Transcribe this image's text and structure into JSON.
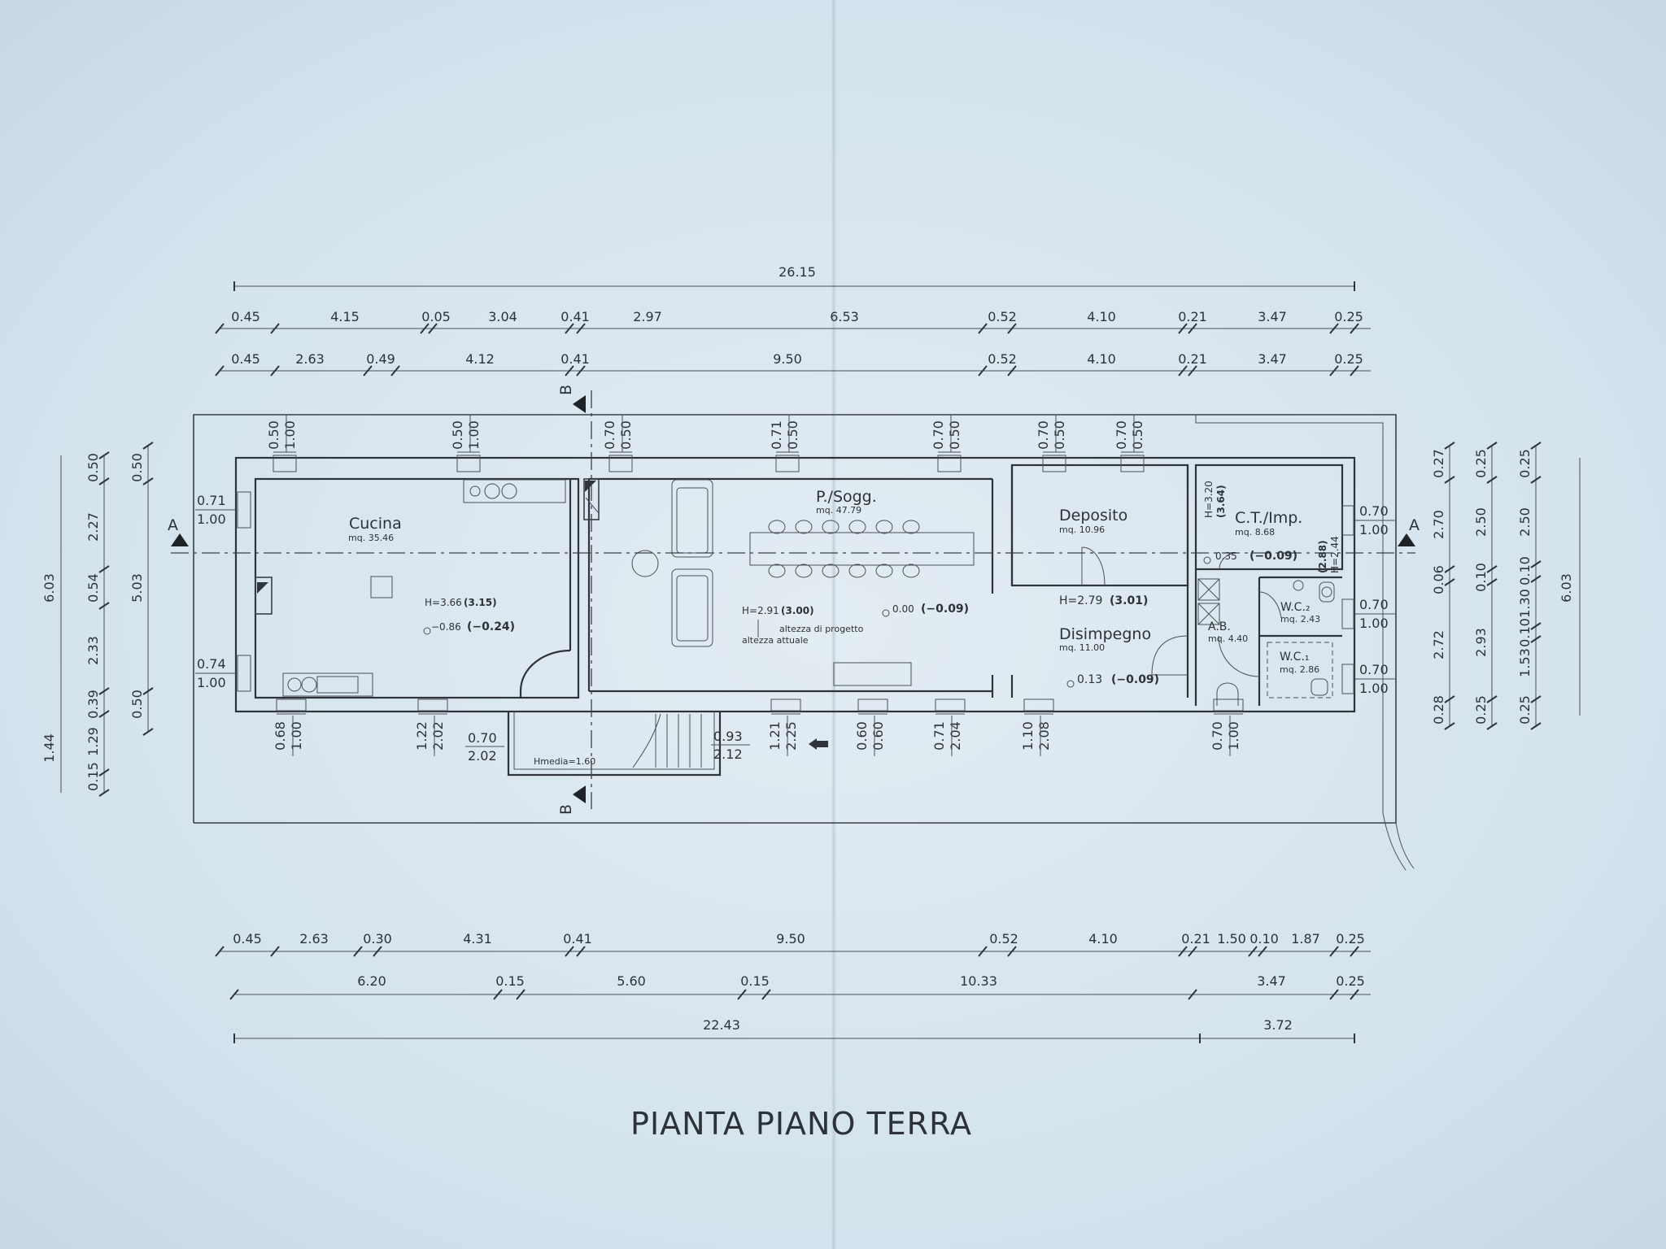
{
  "title": "PIANTA PIANO TERRA",
  "top_dims": {
    "total": "26.15",
    "row1": [
      "0.45",
      "4.15",
      "0.05",
      "3.04",
      "0.41",
      "2.97",
      "6.53",
      "0.52",
      "4.10",
      "0.21",
      "3.47",
      "0.25"
    ],
    "row2": [
      "0.45",
      "2.63",
      "0.49",
      "4.12",
      "0.41",
      "9.50",
      "0.52",
      "4.10",
      "0.21",
      "3.47",
      "0.25"
    ]
  },
  "bottom_dims": {
    "row1": [
      "0.45",
      "2.63",
      "0.30",
      "4.31",
      "0.41",
      "9.50",
      "0.52",
      "4.10",
      "0.21",
      "1.50",
      "0.10",
      "1.87",
      "0.25"
    ],
    "row2": [
      "6.20",
      "0.15",
      "5.60",
      "0.15",
      "10.33",
      "3.47",
      "0.25"
    ],
    "row3": [
      "22.43",
      "3.72"
    ]
  },
  "left_dims": {
    "outer": [
      "6.03",
      "1.44"
    ],
    "mid": [
      "0.50",
      "2.27",
      "0.54",
      "2.33",
      "0.39",
      "1.29",
      "0.15"
    ],
    "inner": [
      "0.50",
      "5.03",
      "0.50"
    ]
  },
  "right_dims": {
    "c1": [
      "0.27",
      "2.70",
      "0.06",
      "2.72",
      "0.28"
    ],
    "c2": [
      "0.25",
      "2.50",
      "0.10",
      "2.93",
      "0.25"
    ],
    "c3": [
      "0.25",
      "2.50",
      "0.10",
      "1.30",
      "0.10",
      "1.53",
      "0.25"
    ],
    "total": "6.03"
  },
  "openings": {
    "top": [
      {
        "a": "0.50",
        "b": "1.00"
      },
      {
        "a": "0.50",
        "b": "1.00"
      },
      {
        "a": "0.70",
        "b": "0.50"
      },
      {
        "a": "0.71",
        "b": "0.50"
      },
      {
        "a": "0.70",
        "b": "0.50"
      },
      {
        "a": "0.70",
        "b": "0.50"
      },
      {
        "a": "0.70",
        "b": "0.50"
      }
    ],
    "bottom": [
      {
        "a": "0.68",
        "b": "1.00"
      },
      {
        "a": "1.22",
        "b": "2.02"
      },
      {
        "a": "1.21",
        "b": "2.25"
      },
      {
        "a": "0.60",
        "b": "0.60"
      },
      {
        "a": "0.71",
        "b": "2.04"
      },
      {
        "a": "1.10",
        "b": "2.08"
      },
      {
        "a": "0.70",
        "b": "1.00"
      }
    ],
    "bottom_h": [
      {
        "a": "0.70",
        "b": "2.02"
      },
      {
        "a": "0.93",
        "b": "2.12"
      }
    ],
    "left": [
      {
        "a": "0.71",
        "b": "1.00"
      },
      {
        "a": "0.74",
        "b": "1.00"
      }
    ],
    "right": [
      {
        "a": "0.70",
        "b": "1.00"
      },
      {
        "a": "0.70",
        "b": "1.00"
      },
      {
        "a": "0.70",
        "b": "1.00"
      }
    ]
  },
  "rooms": {
    "cucina": {
      "name": "Cucina",
      "area": "mq. 35.46",
      "h": "H=3.66",
      "h2": "(3.15)",
      "lvl": "−0.86",
      "lvl2": "(−0.24)"
    },
    "soggiorno": {
      "name": "P./Sogg.",
      "area": "mq. 47.79",
      "h": "H=2.91",
      "h2": "(3.00)",
      "lvl": "0.00",
      "lvl2": "(−0.09)",
      "note1": "altezza di progetto",
      "note2": "altezza attuale"
    },
    "deposito": {
      "name": "Deposito",
      "area": "mq. 10.96"
    },
    "disimpegno": {
      "name": "Disimpegno",
      "area": "mq. 11.00",
      "h": "H=2.79",
      "h2": "(3.01)",
      "lvl": "0.13",
      "lvl2": "(−0.09)"
    },
    "ct": {
      "name": "C.T./Imp.",
      "area": "mq. 8.68",
      "h": "H=3.20",
      "h2": "(3.64)",
      "h3": "H=2.44",
      "h4": "(2.88)",
      "lvl": "0.35",
      "lvl2": "(−0.09)"
    },
    "ab": {
      "name": "A.B.",
      "area": "mq. 4.40"
    },
    "wc2": {
      "name": "W.C.₂",
      "area": "mq. 2.43"
    },
    "wc1": {
      "name": "W.C.₁",
      "area": "mq. 2.86"
    },
    "stair": {
      "label": "Hmedia=1.60"
    }
  },
  "sections": {
    "a": "A",
    "b": "B"
  }
}
